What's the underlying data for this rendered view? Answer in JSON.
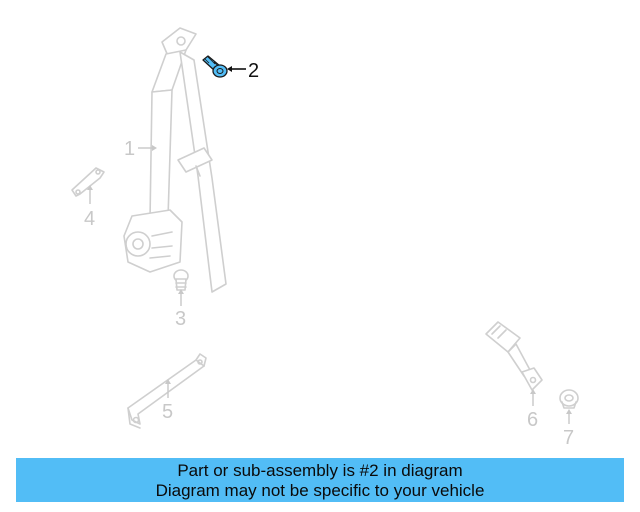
{
  "diagram": {
    "callouts": [
      "1",
      "2",
      "3",
      "4",
      "5",
      "6",
      "7"
    ],
    "highlight_color": "#52bdf6",
    "highlighted_part": "2"
  },
  "caption": {
    "line1": "Part or sub-assembly is #2 in diagram",
    "line2": "Diagram may not be specific to your vehicle",
    "background": "#52bdf6"
  }
}
